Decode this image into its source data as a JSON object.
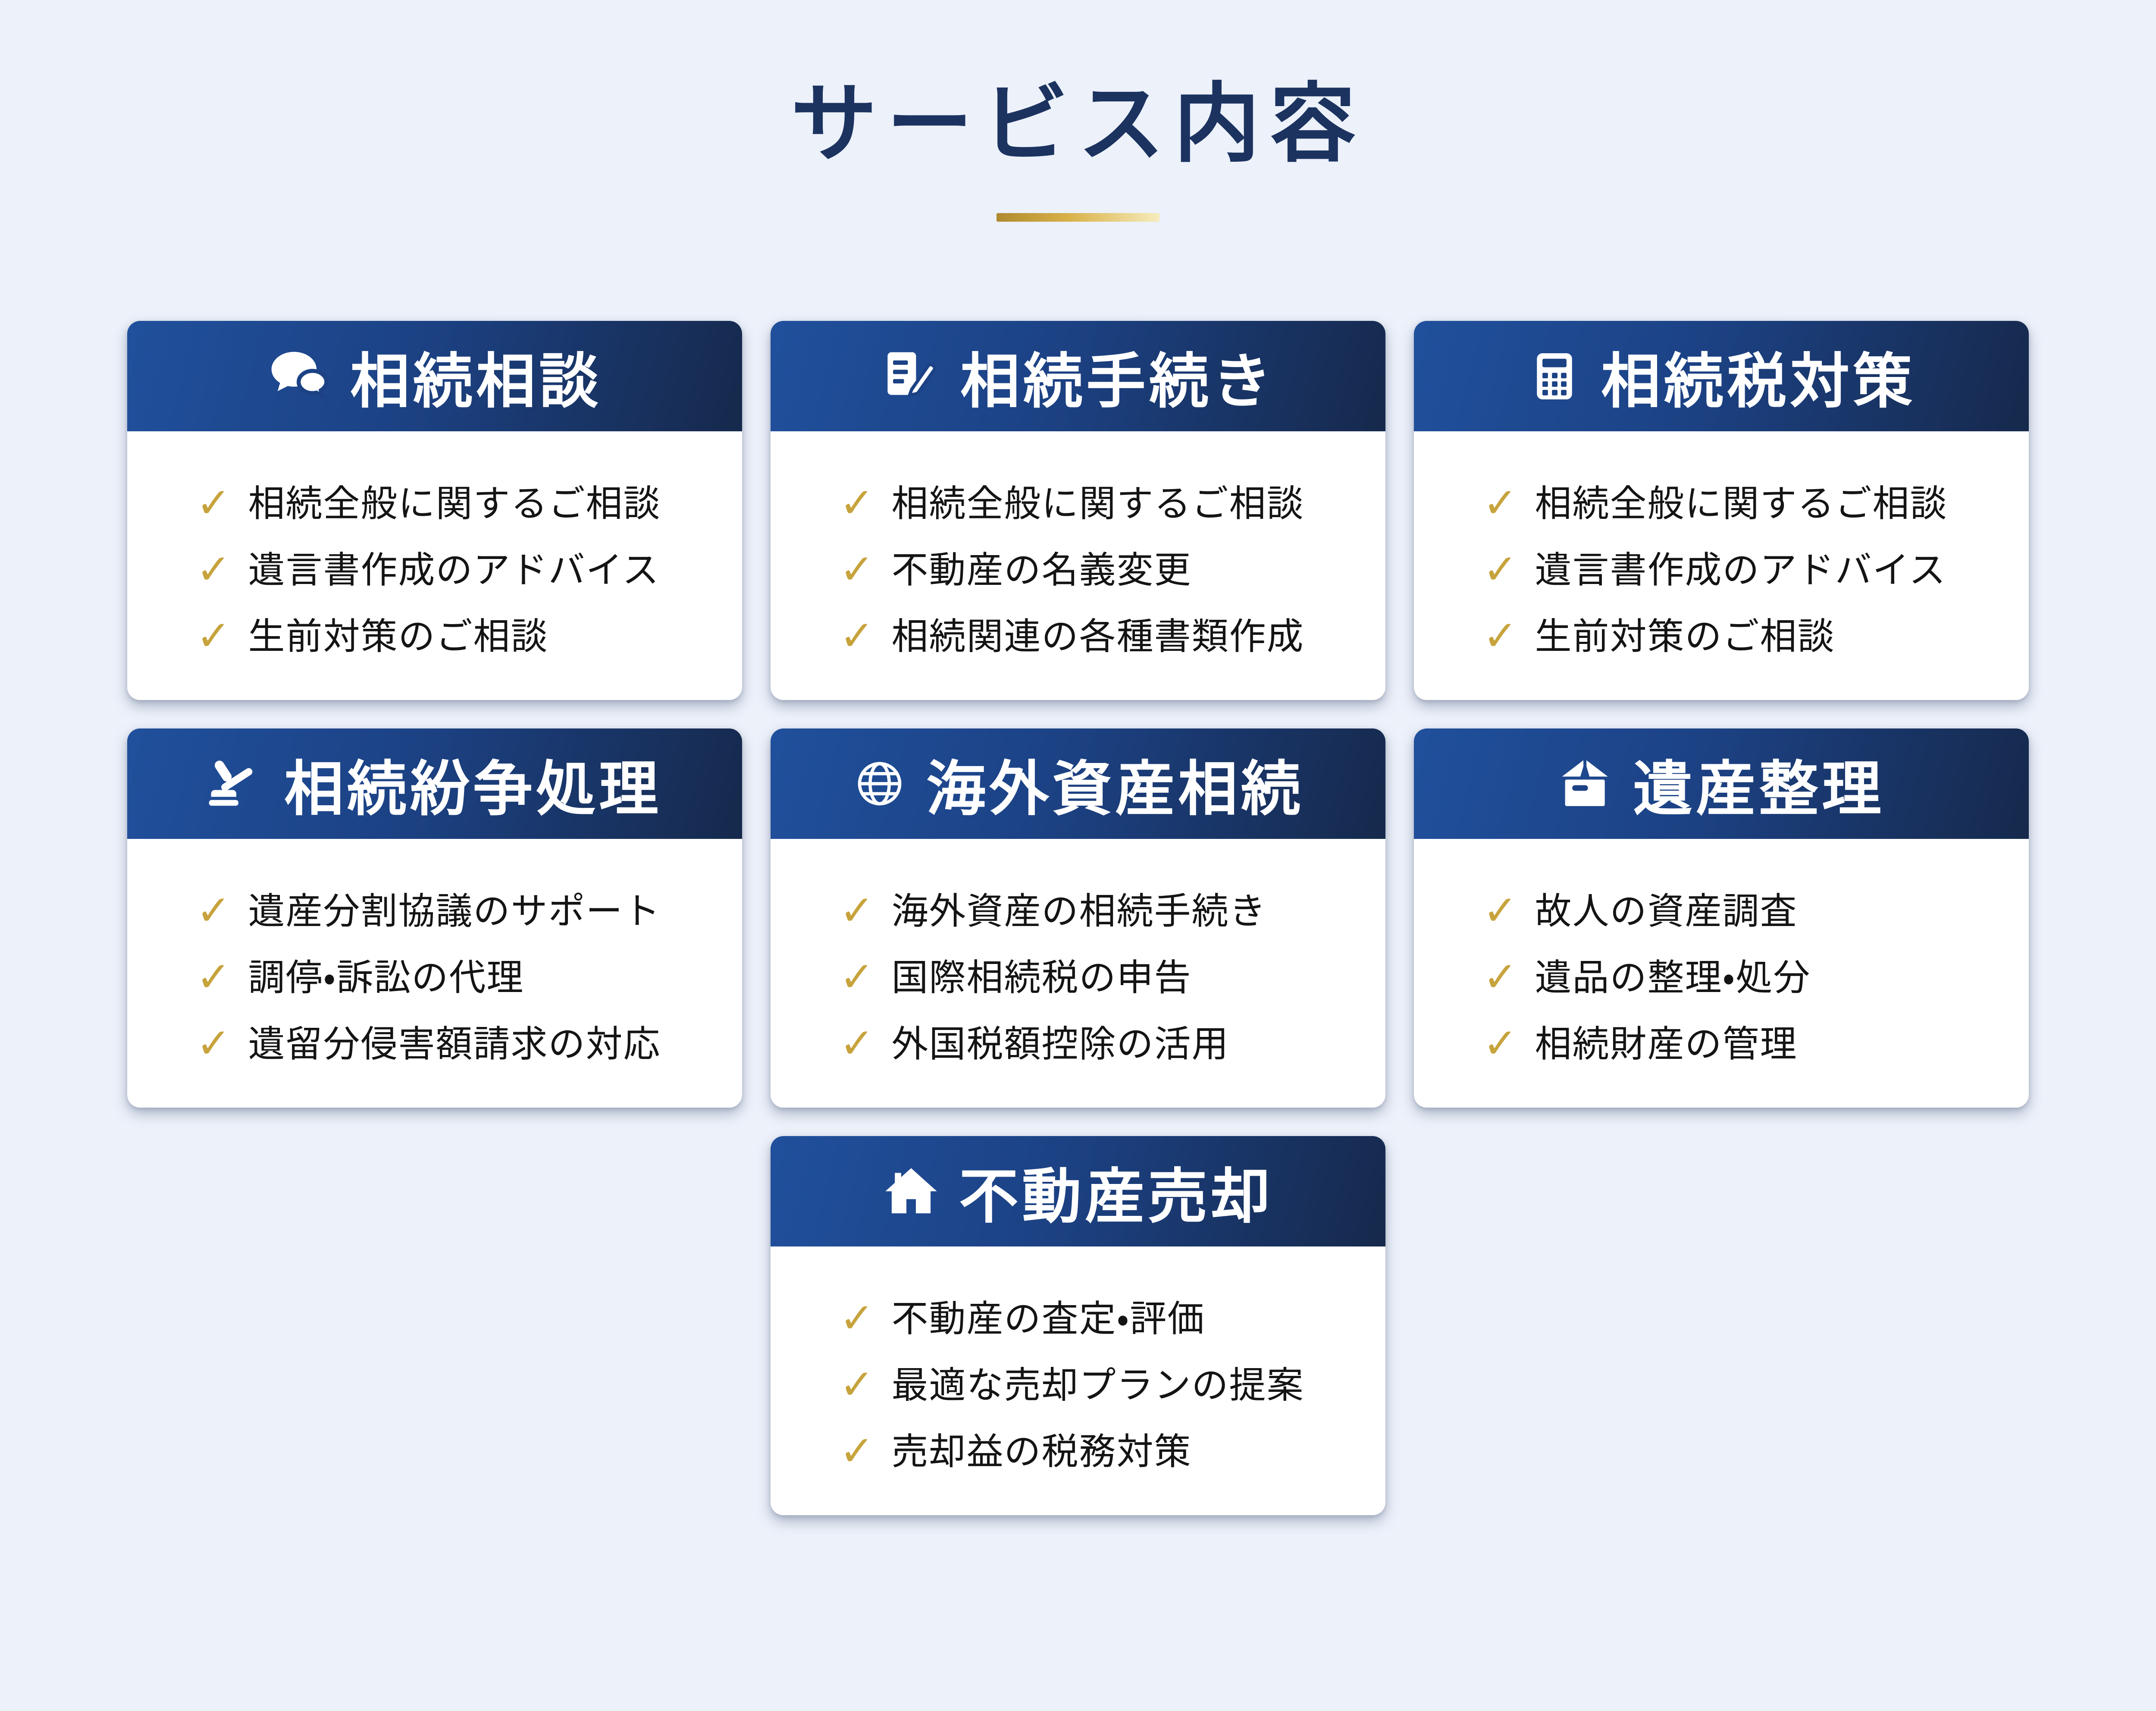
{
  "header": {
    "title": "サービス内容"
  },
  "ui": {
    "checkmark": "✓"
  },
  "colors": {
    "background": "#ECF1FA",
    "title_navy": "#1C3360",
    "card_header_gradient_start": "#20509C",
    "card_header_gradient_end": "#16294C",
    "gold_accent": "#C7A33C",
    "divider_gradient_start": "#B08A2E",
    "divider_gradient_end": "#F6ECBC"
  },
  "cards": [
    {
      "icon": "chat-bubbles-icon",
      "title": "相続相談",
      "items": [
        "相続全般に関するご相談",
        "遺言書作成のアドバイス",
        "生前対策のご相談"
      ]
    },
    {
      "icon": "document-edit-icon",
      "title": "相続手続き",
      "items": [
        "相続全般に関するご相談",
        "不動産の名義変更",
        "相続関連の各種書類作成"
      ]
    },
    {
      "icon": "calculator-icon",
      "title": "相続税対策",
      "items": [
        "相続全般に関するご相談",
        "遺言書作成のアドバイス",
        "生前対策のご相談"
      ]
    },
    {
      "icon": "gavel-icon",
      "title": "相続紛争処理",
      "items": [
        "遺産分割協議のサポート",
        "調停・訴訟の代理",
        "遺留分侵害額請求の対応"
      ]
    },
    {
      "icon": "globe-icon",
      "title": "海外資産相続",
      "items": [
        "海外資産の相続手続き",
        "国際相続税の申告",
        "外国税額控除の活用"
      ]
    },
    {
      "icon": "box-open-icon",
      "title": "遺産整理",
      "items": [
        "故人の資産調査",
        "遺品の整理・処分",
        "相続財産の管理"
      ]
    },
    {
      "icon": "house-icon",
      "title": "不動産売却",
      "items": [
        "不動産の査定・評価",
        "最適な売却プランの提案",
        "売却益の税務対策"
      ]
    }
  ]
}
